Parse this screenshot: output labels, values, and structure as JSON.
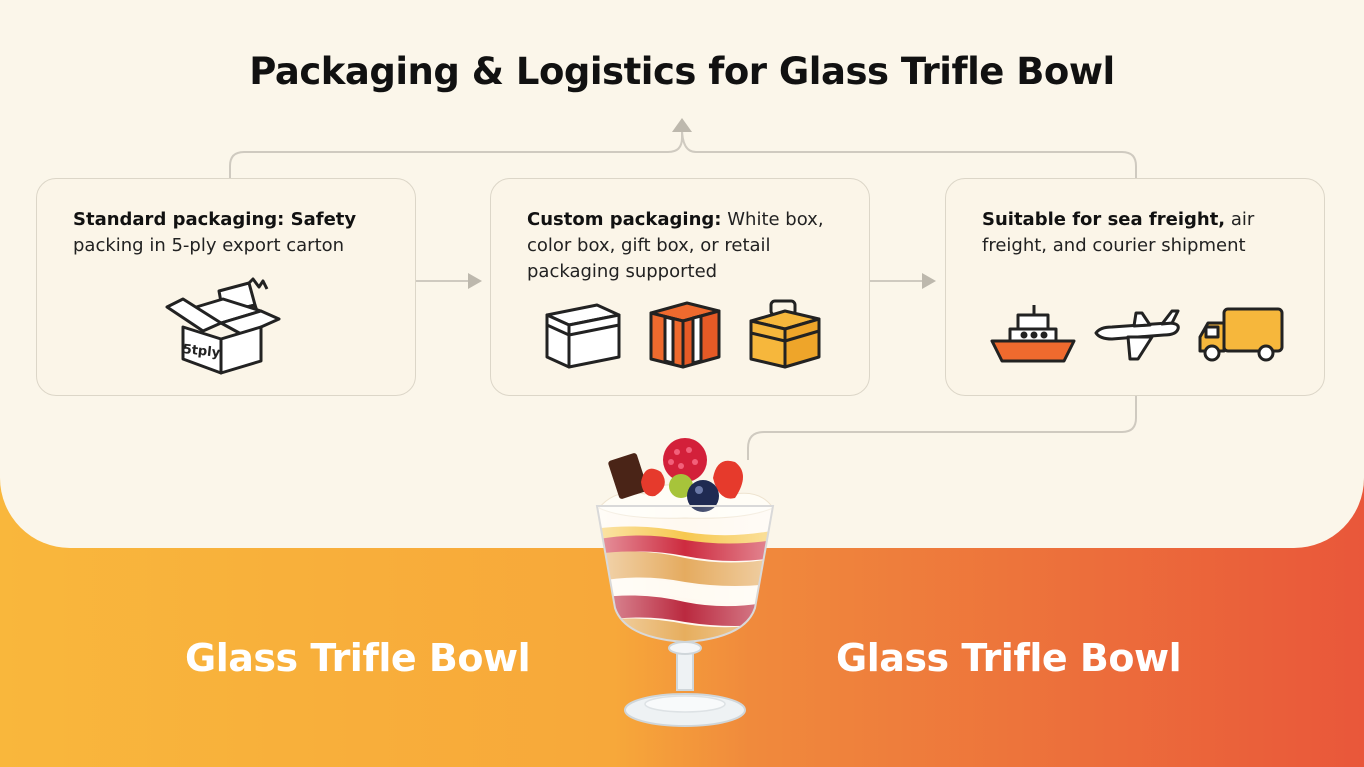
{
  "title": "Packaging & Logistics for Glass Trifle Bowl",
  "cards": [
    {
      "heading": "Standard packaging:",
      "rest_line1": " Safety",
      "rest_line2": "packing in 5-ply export carton",
      "icon_label": "5tply",
      "icons": [
        "carton-box-icon"
      ]
    },
    {
      "heading": "Custom packaging:",
      "rest_line1": " White box,",
      "rest_line2": "color box, gift box, or retail",
      "rest_line3": "packaging supported",
      "icons": [
        "white-box-icon",
        "gift-box-icon",
        "color-box-icon"
      ]
    },
    {
      "heading": "Suitable for sea freight,",
      "rest_line1": " air",
      "rest_line2": "freight, and courier shipment",
      "icons": [
        "ship-icon",
        "airplane-icon",
        "truck-icon"
      ]
    }
  ],
  "footer": {
    "left_label": "Glass Trifle Bowl",
    "right_label": "Glass Trifle Bowl"
  },
  "colors": {
    "orange": "#ef6a2e",
    "yellow": "#f6b73c",
    "red": "#e9573a"
  }
}
